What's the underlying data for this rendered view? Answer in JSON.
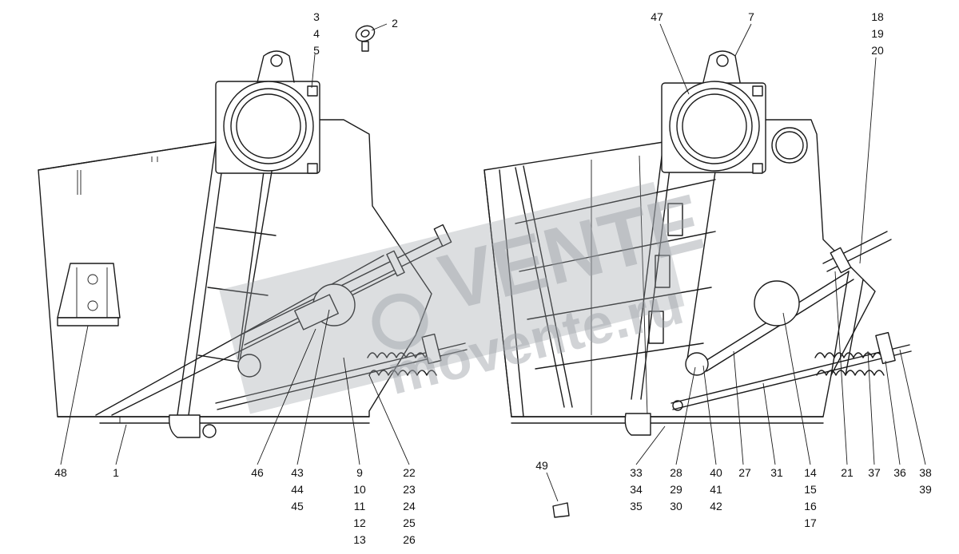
{
  "watermark": {
    "brand": "VENTE",
    "domain": "movente.ru",
    "color": "#9aa0a6"
  },
  "callouts": {
    "c_3_4_5": [
      "3",
      "4",
      "5"
    ],
    "c_2": [
      "2"
    ],
    "c_47": [
      "47"
    ],
    "c_7": [
      "7"
    ],
    "c_18_19_20": [
      "18",
      "19",
      "20"
    ],
    "c_48": [
      "48"
    ],
    "c_1": [
      "1"
    ],
    "c_46": [
      "46"
    ],
    "c_43_44_45": [
      "43",
      "44",
      "45"
    ],
    "c_9_13": [
      "9",
      "10",
      "11",
      "12",
      "13"
    ],
    "c_22_26": [
      "22",
      "23",
      "24",
      "25",
      "26"
    ],
    "c_49": [
      "49"
    ],
    "c_33_35": [
      "33",
      "34",
      "35"
    ],
    "c_28_30": [
      "28",
      "29",
      "30"
    ],
    "c_40_42": [
      "40",
      "41",
      "42"
    ],
    "c_27": [
      "27"
    ],
    "c_31": [
      "31"
    ],
    "c_14_17": [
      "14",
      "15",
      "16",
      "17"
    ],
    "c_21": [
      "21"
    ],
    "c_37": [
      "37"
    ],
    "c_36": [
      "36"
    ],
    "c_38_39": [
      "38",
      "39"
    ]
  }
}
